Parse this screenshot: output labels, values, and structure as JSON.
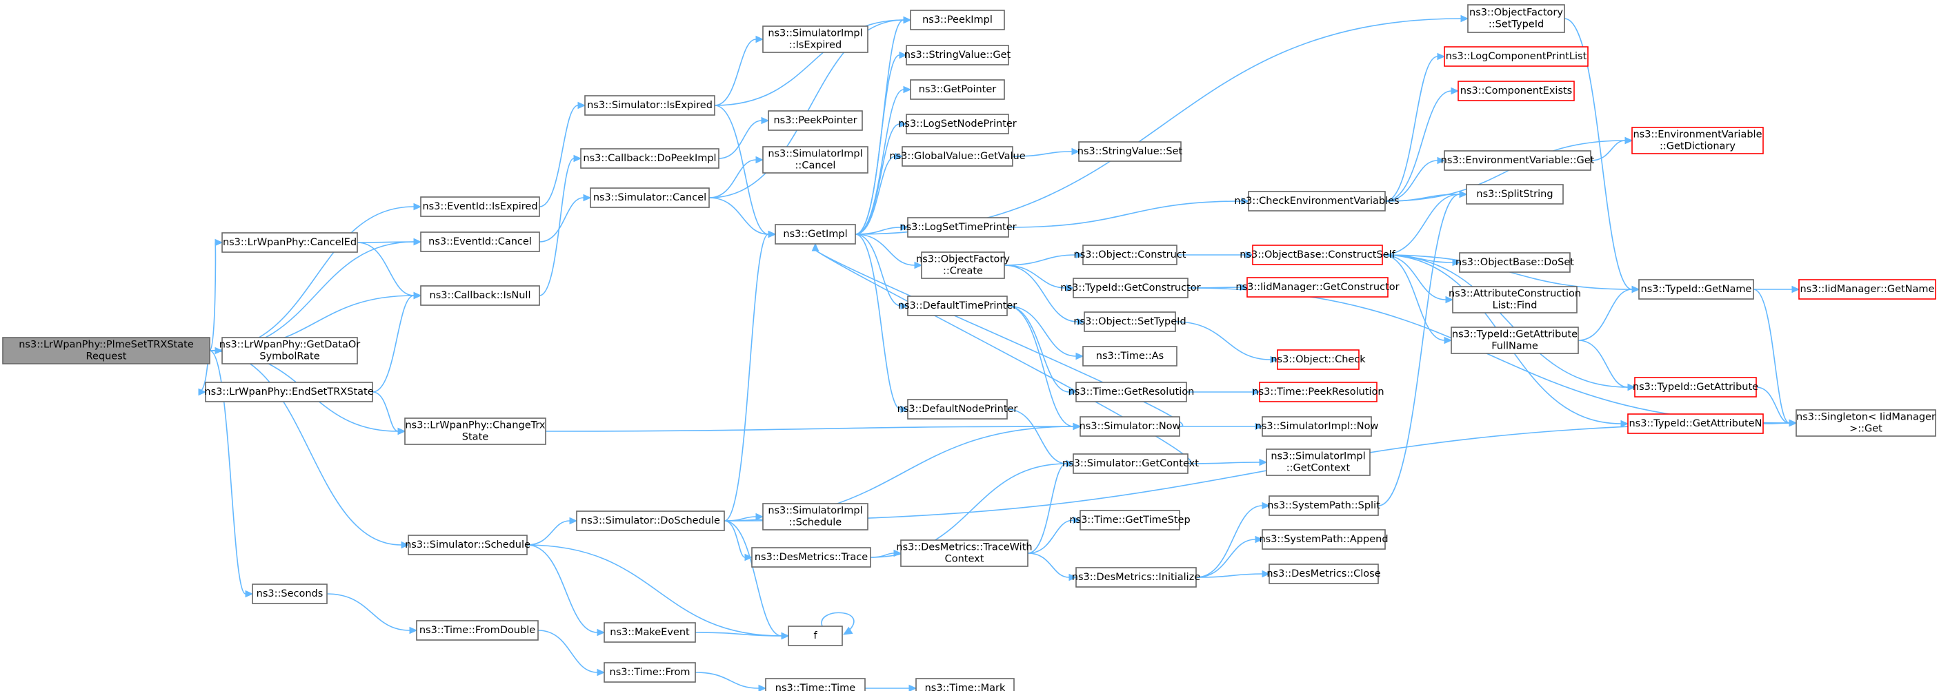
{
  "diagram": {
    "colors": {
      "edge": "#63b8ff",
      "node_border": "#666666",
      "node_border_incomplete": "#ff0000",
      "root_fill": "#999999",
      "node_fill": "#ffffff"
    },
    "nodes": [
      {
        "id": "root",
        "lines": [
          "ns3::LrWpanPhy::PlmeSetTRXState",
          "Request"
        ],
        "style": "root"
      },
      {
        "id": "cancelEd",
        "lines": [
          "ns3::LrWpanPhy::CancelEd"
        ]
      },
      {
        "id": "getDataOr",
        "lines": [
          "ns3::LrWpanPhy::GetDataOr",
          "SymbolRate"
        ]
      },
      {
        "id": "endSetTrx",
        "lines": [
          "ns3::LrWpanPhy::EndSetTRXState"
        ]
      },
      {
        "id": "schedule",
        "lines": [
          "ns3::Simulator::Schedule"
        ]
      },
      {
        "id": "seconds",
        "lines": [
          "ns3::Seconds"
        ]
      },
      {
        "id": "eventIsExpired",
        "lines": [
          "ns3::EventId::IsExpired"
        ]
      },
      {
        "id": "eventCancel",
        "lines": [
          "ns3::EventId::Cancel"
        ]
      },
      {
        "id": "cbIsNull",
        "lines": [
          "ns3::Callback::IsNull"
        ]
      },
      {
        "id": "changeTrx",
        "lines": [
          "ns3::LrWpanPhy::ChangeTrx",
          "State"
        ]
      },
      {
        "id": "fromDouble",
        "lines": [
          "ns3::Time::FromDouble"
        ]
      },
      {
        "id": "simIsExpired",
        "lines": [
          "ns3::Simulator::IsExpired"
        ]
      },
      {
        "id": "cbDoPeek",
        "lines": [
          "ns3::Callback::DoPeekImpl"
        ]
      },
      {
        "id": "simCancel",
        "lines": [
          "ns3::Simulator::Cancel"
        ]
      },
      {
        "id": "doSchedule",
        "lines": [
          "ns3::Simulator::DoSchedule"
        ]
      },
      {
        "id": "desTrace",
        "lines": [
          "ns3::DesMetrics::Trace"
        ]
      },
      {
        "id": "makeEvent",
        "lines": [
          "ns3::MakeEvent"
        ]
      },
      {
        "id": "timeFrom",
        "lines": [
          "ns3::Time::From"
        ]
      },
      {
        "id": "simImplIsExpired",
        "lines": [
          "ns3::SimulatorImpl",
          "::IsExpired"
        ]
      },
      {
        "id": "peekPointer",
        "lines": [
          "ns3::PeekPointer"
        ]
      },
      {
        "id": "simImplCancel",
        "lines": [
          "ns3::SimulatorImpl",
          "::Cancel"
        ]
      },
      {
        "id": "simImplSchedule",
        "lines": [
          "ns3::SimulatorImpl",
          "::Schedule"
        ]
      },
      {
        "id": "f",
        "lines": [
          "f"
        ]
      },
      {
        "id": "timeTime",
        "lines": [
          "ns3::Time::Time"
        ]
      },
      {
        "id": "getImpl",
        "lines": [
          "ns3::GetImpl"
        ]
      },
      {
        "id": "peekImpl",
        "lines": [
          "ns3::PeekImpl"
        ]
      },
      {
        "id": "strValGet",
        "lines": [
          "ns3::StringValue::Get"
        ]
      },
      {
        "id": "getPointer",
        "lines": [
          "ns3::GetPointer"
        ]
      },
      {
        "id": "logSetNode",
        "lines": [
          "ns3::LogSetNodePrinter"
        ]
      },
      {
        "id": "gvGetValue",
        "lines": [
          "ns3::GlobalValue::GetValue"
        ]
      },
      {
        "id": "logSetTime",
        "lines": [
          "ns3::LogSetTimePrinter"
        ]
      },
      {
        "id": "ofCreate",
        "lines": [
          "ns3::ObjectFactory",
          "::Create"
        ]
      },
      {
        "id": "defTimePrinter",
        "lines": [
          "ns3::DefaultTimePrinter"
        ]
      },
      {
        "id": "defNodePrinter",
        "lines": [
          "ns3::DefaultNodePrinter"
        ]
      },
      {
        "id": "timeMark",
        "lines": [
          "ns3::Time::Mark"
        ]
      },
      {
        "id": "strValSet",
        "lines": [
          "ns3::StringValue::Set"
        ]
      },
      {
        "id": "objConstruct",
        "lines": [
          "ns3::Object::Construct"
        ]
      },
      {
        "id": "tidGetCtor",
        "lines": [
          "ns3::TypeId::GetConstructor"
        ]
      },
      {
        "id": "objSetTypeId",
        "lines": [
          "ns3::Object::SetTypeId"
        ]
      },
      {
        "id": "timeAs",
        "lines": [
          "ns3::Time::As"
        ]
      },
      {
        "id": "timeGetRes",
        "lines": [
          "ns3::Time::GetResolution"
        ]
      },
      {
        "id": "simNow",
        "lines": [
          "ns3::Simulator::Now"
        ]
      },
      {
        "id": "simGetCtx",
        "lines": [
          "ns3::Simulator::GetContext"
        ]
      },
      {
        "id": "timeGetStep",
        "lines": [
          "ns3::Time::GetTimeStep"
        ]
      },
      {
        "id": "desTraceCtx",
        "lines": [
          "ns3::DesMetrics::TraceWith",
          "Context"
        ]
      },
      {
        "id": "desInit",
        "lines": [
          "ns3::DesMetrics::Initialize"
        ]
      },
      {
        "id": "ofSetTypeId",
        "lines": [
          "ns3::ObjectFactory",
          "::SetTypeId"
        ]
      },
      {
        "id": "checkEnv",
        "lines": [
          "ns3::CheckEnvironmentVariables"
        ]
      },
      {
        "id": "obConstructSelf",
        "lines": [
          "ns3::ObjectBase::ConstructSelf"
        ],
        "style": "red"
      },
      {
        "id": "iidGetCtor",
        "lines": [
          "ns3::IidManager::GetConstructor"
        ],
        "style": "red"
      },
      {
        "id": "objCheck",
        "lines": [
          "ns3::Object::Check"
        ],
        "style": "red"
      },
      {
        "id": "timePeekRes",
        "lines": [
          "ns3::Time::PeekResolution"
        ],
        "style": "red"
      },
      {
        "id": "simImplNow",
        "lines": [
          "ns3::SimulatorImpl::Now"
        ]
      },
      {
        "id": "simImplGetCtx",
        "lines": [
          "ns3::SimulatorImpl",
          "::GetContext"
        ]
      },
      {
        "id": "spSplit",
        "lines": [
          "ns3::SystemPath::Split"
        ]
      },
      {
        "id": "spAppend",
        "lines": [
          "ns3::SystemPath::Append"
        ]
      },
      {
        "id": "desClose",
        "lines": [
          "ns3::DesMetrics::Close"
        ]
      },
      {
        "id": "logCompPrint",
        "lines": [
          "ns3::LogComponentPrintList"
        ],
        "style": "red"
      },
      {
        "id": "compExists",
        "lines": [
          "ns3::ComponentExists"
        ],
        "style": "red"
      },
      {
        "id": "envGet",
        "lines": [
          "ns3::EnvironmentVariable::Get"
        ]
      },
      {
        "id": "splitString",
        "lines": [
          "ns3::SplitString"
        ]
      },
      {
        "id": "obDoSet",
        "lines": [
          "ns3::ObjectBase::DoSet"
        ]
      },
      {
        "id": "attrFind",
        "lines": [
          "ns3::AttributeConstruction",
          "List::Find"
        ]
      },
      {
        "id": "tidGetAttrFull",
        "lines": [
          "ns3::TypeId::GetAttribute",
          "FullName"
        ]
      },
      {
        "id": "envGetDict",
        "lines": [
          "ns3::EnvironmentVariable",
          "::GetDictionary"
        ],
        "style": "red"
      },
      {
        "id": "tidGetName",
        "lines": [
          "ns3::TypeId::GetName"
        ]
      },
      {
        "id": "tidGetAttr",
        "lines": [
          "ns3::TypeId::GetAttribute"
        ],
        "style": "red"
      },
      {
        "id": "tidGetAttrN",
        "lines": [
          "ns3::TypeId::GetAttributeN"
        ],
        "style": "red"
      },
      {
        "id": "iidGetName",
        "lines": [
          "ns3::IidManager::GetName"
        ],
        "style": "red"
      },
      {
        "id": "singletonGet",
        "lines": [
          "ns3::Singleton< IidManager",
          " >::Get"
        ]
      }
    ],
    "edges": [
      [
        "root",
        "eventIsExpired"
      ],
      [
        "root",
        "cancelEd"
      ],
      [
        "root",
        "eventCancel"
      ],
      [
        "root",
        "cbIsNull"
      ],
      [
        "root",
        "getDataOr"
      ],
      [
        "root",
        "endSetTrx"
      ],
      [
        "root",
        "changeTrx"
      ],
      [
        "root",
        "schedule"
      ],
      [
        "root",
        "seconds"
      ],
      [
        "cancelEd",
        "eventCancel"
      ],
      [
        "cancelEd",
        "cbIsNull"
      ],
      [
        "endSetTrx",
        "cbIsNull"
      ],
      [
        "endSetTrx",
        "changeTrx"
      ],
      [
        "eventIsExpired",
        "simIsExpired"
      ],
      [
        "eventCancel",
        "simCancel"
      ],
      [
        "cbIsNull",
        "cbDoPeek"
      ],
      [
        "changeTrx",
        "simNow"
      ],
      [
        "schedule",
        "doSchedule"
      ],
      [
        "schedule",
        "makeEvent"
      ],
      [
        "schedule",
        "f"
      ],
      [
        "seconds",
        "fromDouble"
      ],
      [
        "fromDouble",
        "timeFrom"
      ],
      [
        "timeFrom",
        "timeTime"
      ],
      [
        "timeTime",
        "timeMark"
      ],
      [
        "simIsExpired",
        "simImplIsExpired"
      ],
      [
        "simIsExpired",
        "peekImpl"
      ],
      [
        "simIsExpired",
        "getImpl"
      ],
      [
        "cbDoPeek",
        "peekPointer"
      ],
      [
        "simCancel",
        "simImplCancel"
      ],
      [
        "simCancel",
        "peekImpl"
      ],
      [
        "simCancel",
        "getImpl"
      ],
      [
        "doSchedule",
        "getImpl"
      ],
      [
        "doSchedule",
        "simImplSchedule"
      ],
      [
        "doSchedule",
        "desTrace"
      ],
      [
        "doSchedule",
        "simNow"
      ],
      [
        "doSchedule",
        "f"
      ],
      [
        "doSchedule",
        "singletonGet"
      ],
      [
        "desTrace",
        "simGetCtx"
      ],
      [
        "desTrace",
        "desTraceCtx"
      ],
      [
        "makeEvent",
        "f"
      ],
      [
        "f",
        "f"
      ],
      [
        "getImpl",
        "peekImpl"
      ],
      [
        "getImpl",
        "strValGet"
      ],
      [
        "getImpl",
        "getPointer"
      ],
      [
        "getImpl",
        "logSetNode"
      ],
      [
        "getImpl",
        "gvGetValue"
      ],
      [
        "getImpl",
        "logSetTime"
      ],
      [
        "getImpl",
        "ofCreate"
      ],
      [
        "getImpl",
        "defTimePrinter"
      ],
      [
        "getImpl",
        "defNodePrinter"
      ],
      [
        "getImpl",
        "ofSetTypeId"
      ],
      [
        "gvGetValue",
        "strValSet"
      ],
      [
        "logSetTime",
        "checkEnv"
      ],
      [
        "ofCreate",
        "objConstruct"
      ],
      [
        "ofCreate",
        "tidGetCtor"
      ],
      [
        "ofCreate",
        "objSetTypeId"
      ],
      [
        "defTimePrinter",
        "simNow"
      ],
      [
        "defTimePrinter",
        "timeAs"
      ],
      [
        "defTimePrinter",
        "timeGetRes"
      ],
      [
        "defNodePrinter",
        "simGetCtx"
      ],
      [
        "simNow",
        "getImpl"
      ],
      [
        "simNow",
        "simImplNow"
      ],
      [
        "simGetCtx",
        "getImpl"
      ],
      [
        "simGetCtx",
        "simImplGetCtx"
      ],
      [
        "desTraceCtx",
        "simGetCtx"
      ],
      [
        "desTraceCtx",
        "timeGetStep"
      ],
      [
        "desTraceCtx",
        "desInit"
      ],
      [
        "desInit",
        "spSplit"
      ],
      [
        "desInit",
        "spAppend"
      ],
      [
        "desInit",
        "desClose"
      ],
      [
        "objConstruct",
        "obConstructSelf"
      ],
      [
        "tidGetCtor",
        "iidGetCtor"
      ],
      [
        "tidGetCtor",
        "singletonGet"
      ],
      [
        "objSetTypeId",
        "objCheck"
      ],
      [
        "timeGetRes",
        "timePeekRes"
      ],
      [
        "checkEnv",
        "logCompPrint"
      ],
      [
        "checkEnv",
        "compExists"
      ],
      [
        "checkEnv",
        "envGetDict"
      ],
      [
        "checkEnv",
        "envGet"
      ],
      [
        "checkEnv",
        "splitString"
      ],
      [
        "obConstructSelf",
        "tidGetName"
      ],
      [
        "obConstructSelf",
        "obDoSet"
      ],
      [
        "obConstructSelf",
        "attrFind"
      ],
      [
        "obConstructSelf",
        "tidGetAttrFull"
      ],
      [
        "obConstructSelf",
        "tidGetAttr"
      ],
      [
        "obConstructSelf",
        "tidGetAttrN"
      ],
      [
        "obConstructSelf",
        "splitString"
      ],
      [
        "envGet",
        "envGetDict"
      ],
      [
        "spSplit",
        "splitString"
      ],
      [
        "ofSetTypeId",
        "tidGetName"
      ],
      [
        "tidGetAttrFull",
        "tidGetName"
      ],
      [
        "tidGetAttrFull",
        "tidGetAttr"
      ],
      [
        "tidGetName",
        "iidGetName"
      ],
      [
        "tidGetName",
        "singletonGet"
      ],
      [
        "tidGetAttr",
        "singletonGet"
      ],
      [
        "tidGetAttrN",
        "singletonGet"
      ]
    ]
  }
}
